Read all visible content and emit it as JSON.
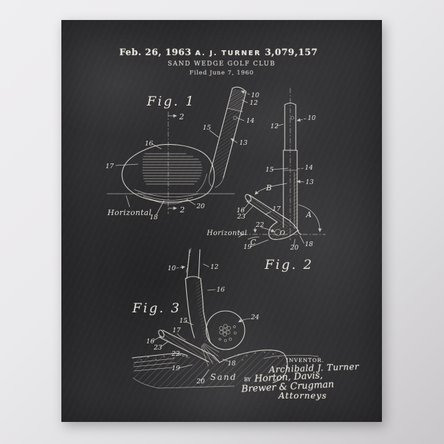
{
  "header": {
    "date": "Feb. 26, 1963",
    "inventor": "A. J. TURNER",
    "patent_number": "3,079,157",
    "title": "SAND WEDGE GOLF CLUB",
    "filed": "Filed June 7, 1960"
  },
  "fig1": {
    "label": "Fig. 1",
    "section_top": "2",
    "section_bottom": "2",
    "horizontal": "Horizontal",
    "r10": "10",
    "r12": "12",
    "r13": "13",
    "r14": "14",
    "r15": "15",
    "r16": "16",
    "r17": "17",
    "r18": "18",
    "r20": "20"
  },
  "fig2": {
    "label": "Fig. 2",
    "horizontal": "Horizontal",
    "angle_a": "A",
    "angle_b": "B",
    "angle_c": "C",
    "point_o": "O",
    "r10": "10",
    "r12": "12",
    "r13": "13",
    "r14": "14",
    "r15": "15",
    "r16": "16",
    "r17": "17",
    "r18": "18",
    "r19": "19",
    "r20": "20",
    "r22": "22",
    "r23": "23"
  },
  "fig3": {
    "label": "Fig. 3",
    "sand": "Sand",
    "r10": "10",
    "r12": "12",
    "r15": "15",
    "r16a": "16",
    "r16b": "16",
    "r17": "17",
    "r18": "18",
    "r19": "19",
    "r20": "20",
    "r22": "22",
    "r23": "23",
    "r24": "24"
  },
  "signature": {
    "inventor_caption": "INVENTOR.",
    "name": "Archibald J. Turner",
    "by": "BY",
    "line1": "Horton, Davis,",
    "line2": "Brewer & Crugman",
    "line3": "Attorneys"
  },
  "colors": {
    "chalk": "#e6e4db",
    "board": "#2f2e30",
    "page_bg": "#e9e8ea"
  }
}
